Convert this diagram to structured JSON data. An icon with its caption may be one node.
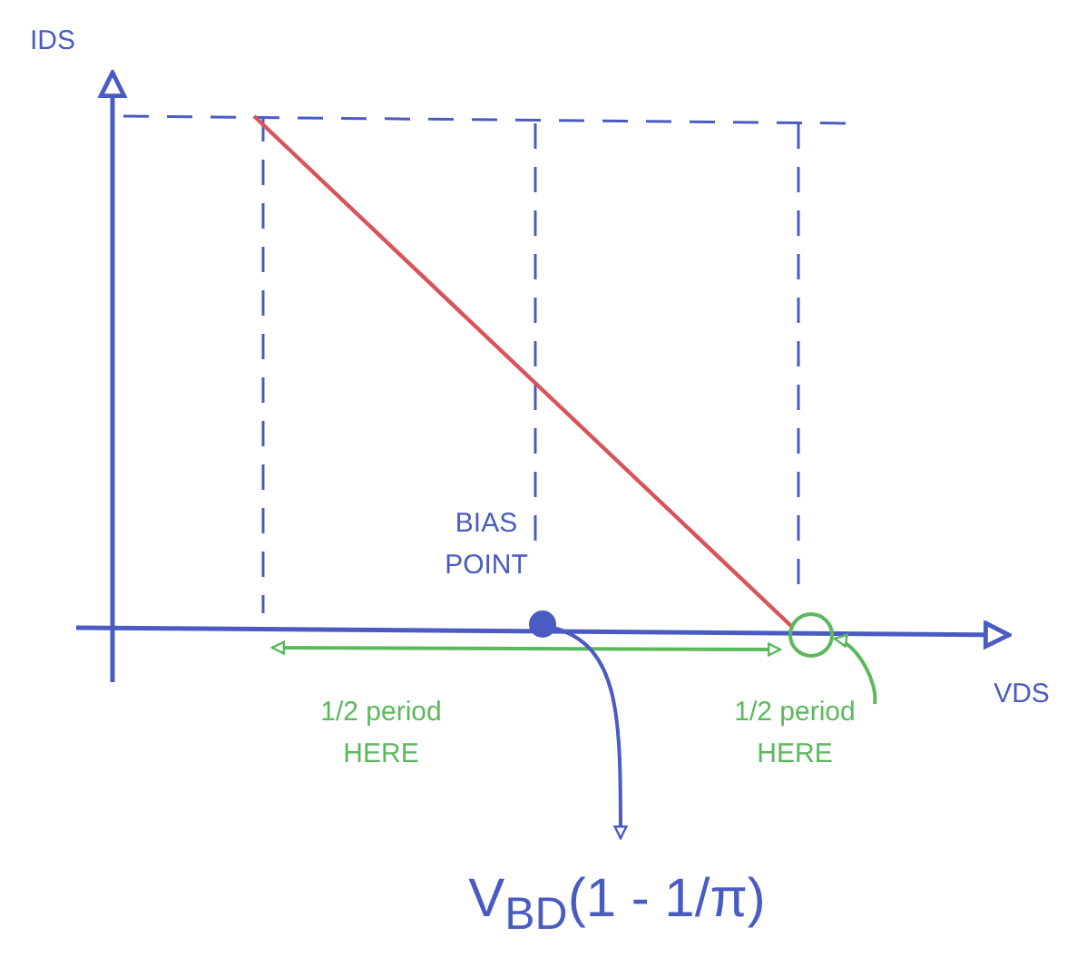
{
  "diagram": {
    "nodes": [
      {
        "text": [],
        "shape": "circle",
        "beside": [
          "BIAS POINT"
        ]
      },
      {
        "text": [
          "V$_{BD}$(1 - 1/π)"
        ]
      },
      {
        "text": [],
        "shape": "circle"
      },
      {
        "text": [
          "1/2 period HERE"
        ]
      }
    ],
    "edges": [
      {
        "from": 0,
        "to": 1,
        "arrow": "to"
      },
      {
        "from": 3,
        "to": 2,
        "arrow": "to",
        "color": "#5cb85c"
      }
    ],
    "labels": [
      "IDS",
      "VDS",
      "1/2 period HERE"
    ]
  }
}
